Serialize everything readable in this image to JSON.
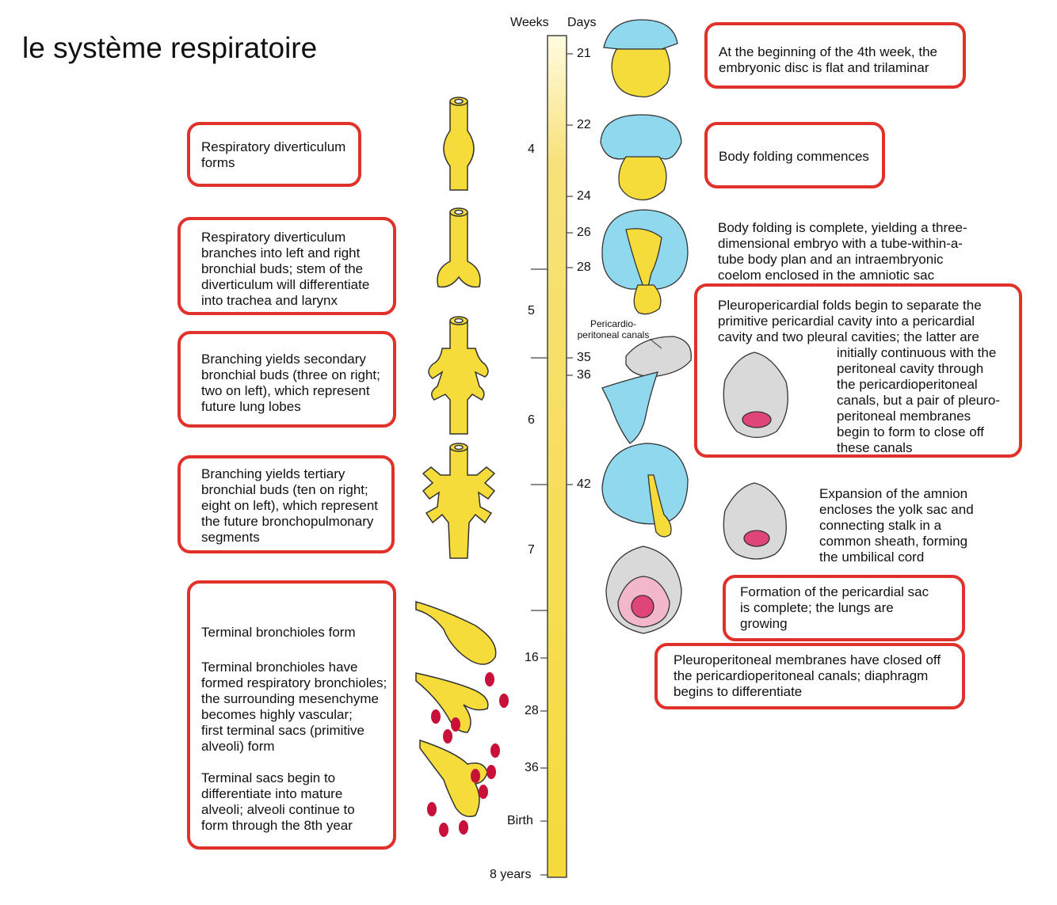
{
  "title": "le système respiratoire",
  "timeline": {
    "weeks_header": "Weeks",
    "days_header": "Days",
    "weeks": [
      "4",
      "5",
      "6",
      "7",
      "16",
      "28",
      "36",
      "Birth",
      "8 years"
    ],
    "days": [
      "21",
      "22",
      "24",
      "26",
      "28",
      "35",
      "36",
      "42"
    ]
  },
  "left_boxes": [
    "Respiratory diverticulum\nforms",
    "Respiratory diverticulum\nbranches into left and right\nbronchial buds; stem of the\ndiverticulum will differentiate\ninto trachea and larynx",
    "Branching yields secondary\nbronchial buds (three on right;\ntwo on left), which represent\nfuture lung lobes",
    "Branching yields tertiary\nbronchial buds (ten on right;\neight on left), which represent\nthe future bronchopulmonary\nsegments"
  ],
  "late_box": {
    "p1": "Terminal bronchioles form",
    "p2": "Terminal bronchioles have\nformed respiratory bronchioles;\nthe surrounding mesenchyme\nbecomes highly vascular;\nfirst terminal sacs (primitive\nalveoli) form",
    "p3": "Terminal sacs begin to\ndifferentiate into mature\nalveoli; alveoli continue to\nform through the 8th year"
  },
  "right": {
    "r1": "At the beginning of the 4th week, the\nembryonic disc is flat and trilaminar",
    "r2": "Body folding commences",
    "r3": "Body folding is complete, yielding a three-\ndimensional embryo with a tube-within-a-\ntube body plan and an intraembryonic\ncoelom enclosed in the amniotic sac",
    "r4_top": "Pleuropericardial folds begin to separate the\nprimitive pericardial cavity into a pericardial\ncavity and two pleural cavities; the latter are",
    "r4_side": "initially continuous with the\nperitoneal cavity through\nthe pericardioperitoneal\ncanals, but a pair of pleuro-\nperitoneal membranes\nbegin to form to close off\nthese canals",
    "r5": "Expansion of the amnion\nencloses the yolk sac and\nconnecting stalk in a\ncommon sheath, forming\nthe umbilical cord",
    "r6": "Formation of the pericardial sac\nis complete; the lungs are\ngrowing",
    "r7": "Pleuroperitoneal membranes have closed off\nthe pericardioperitoneal canals; diaphragm\nbegins to differentiate",
    "canal_label": "Pericardio-\nperitoneal canals"
  },
  "colors": {
    "yellow": "#f5dc3a",
    "blue": "#8fd8ee",
    "red": "#e0312b",
    "pink": "#e0457a",
    "gray": "#d9d9d9"
  }
}
